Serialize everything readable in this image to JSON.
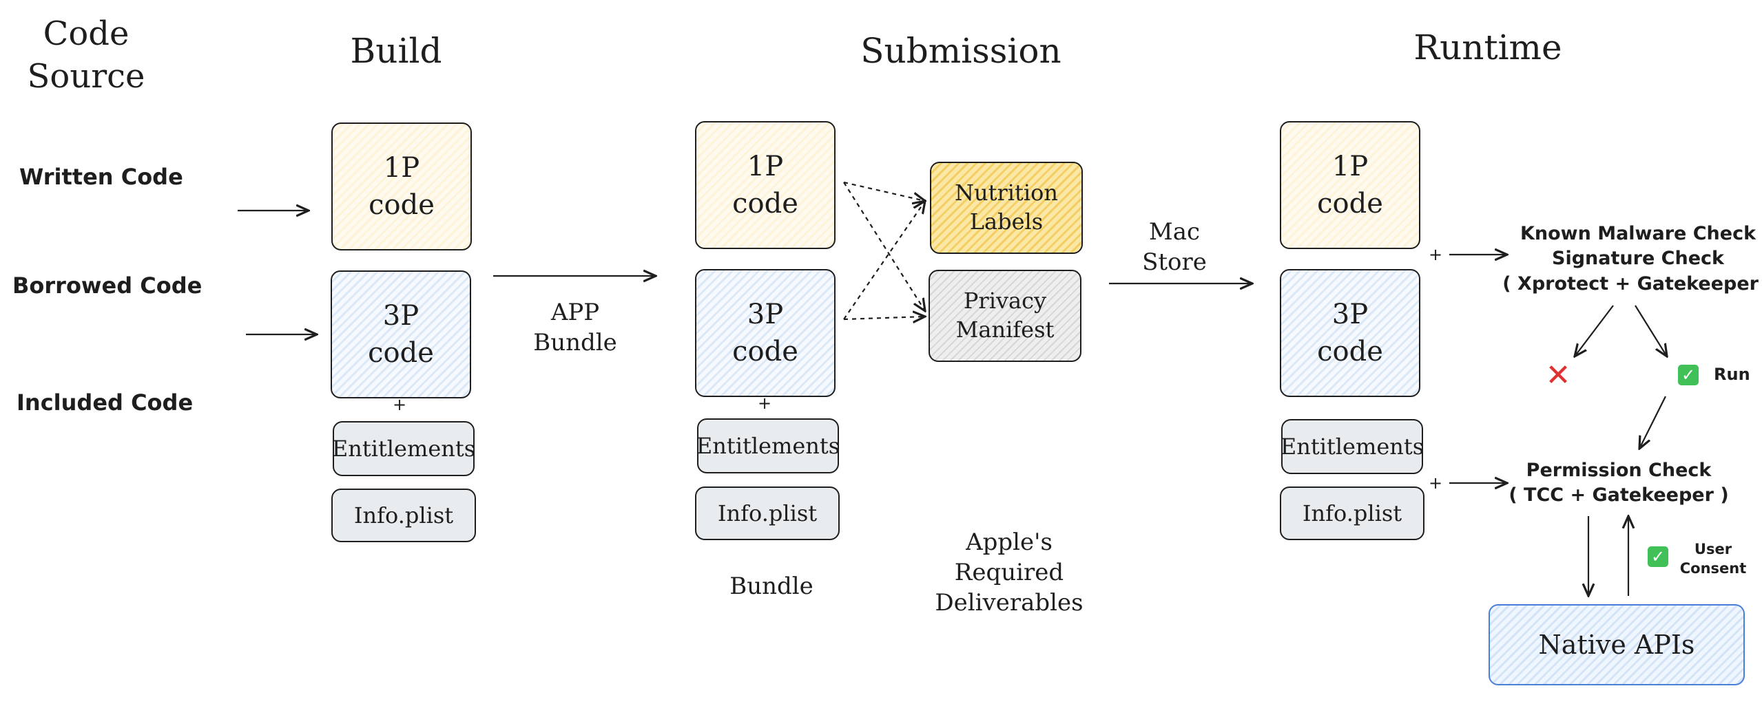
{
  "headers": {
    "code_source": "Code\nSource",
    "build": "Build",
    "submission": "Submission",
    "runtime": "Runtime"
  },
  "rows": {
    "written": "Written Code",
    "borrowed": "Borrowed Code",
    "included": "Included Code"
  },
  "build": {
    "first_party": "1P\ncode",
    "third_party": "3P\ncode",
    "plus": "+",
    "entitlements": "Entitlements",
    "info_plist": "Info.plist",
    "arrow_label": "APP\nBundle"
  },
  "submission": {
    "first_party": "1P\ncode",
    "third_party": "3P\ncode",
    "plus": "+",
    "entitlements": "Entitlements",
    "info_plist": "Info.plist",
    "bundle_label": "Bundle",
    "nutrition_labels": "Nutrition\nLabels",
    "privacy_manifest": "Privacy\nManifest",
    "deliverables_label": "Apple's\nRequired\nDeliverables",
    "store_label": "Mac\nStore"
  },
  "runtime": {
    "first_party": "1P\ncode",
    "third_party": "3P\ncode",
    "entitlements": "Entitlements",
    "info_plist": "Info.plist",
    "plus_top": "+",
    "plus_bottom": "+",
    "malware_check": "Known Malware Check\nSignature Check\n( Xprotect + Gatekeeper )",
    "reject_icon": "✕",
    "run_label": "Run",
    "permission_check": "Permission Check\n( TCC + Gatekeeper )",
    "user_consent": "User\nConsent",
    "native_apis": "Native APIs"
  },
  "colors": {
    "first_party_fill": "#fdf3d6",
    "third_party_fill": "#dbe8f7",
    "nutrition_fill": "#f3cf63",
    "privacy_fill": "#d6d6d6",
    "meta_fill": "#e9ecef",
    "native_border": "#4a7fd8",
    "reject": "#e03131",
    "approve": "#40c057"
  }
}
